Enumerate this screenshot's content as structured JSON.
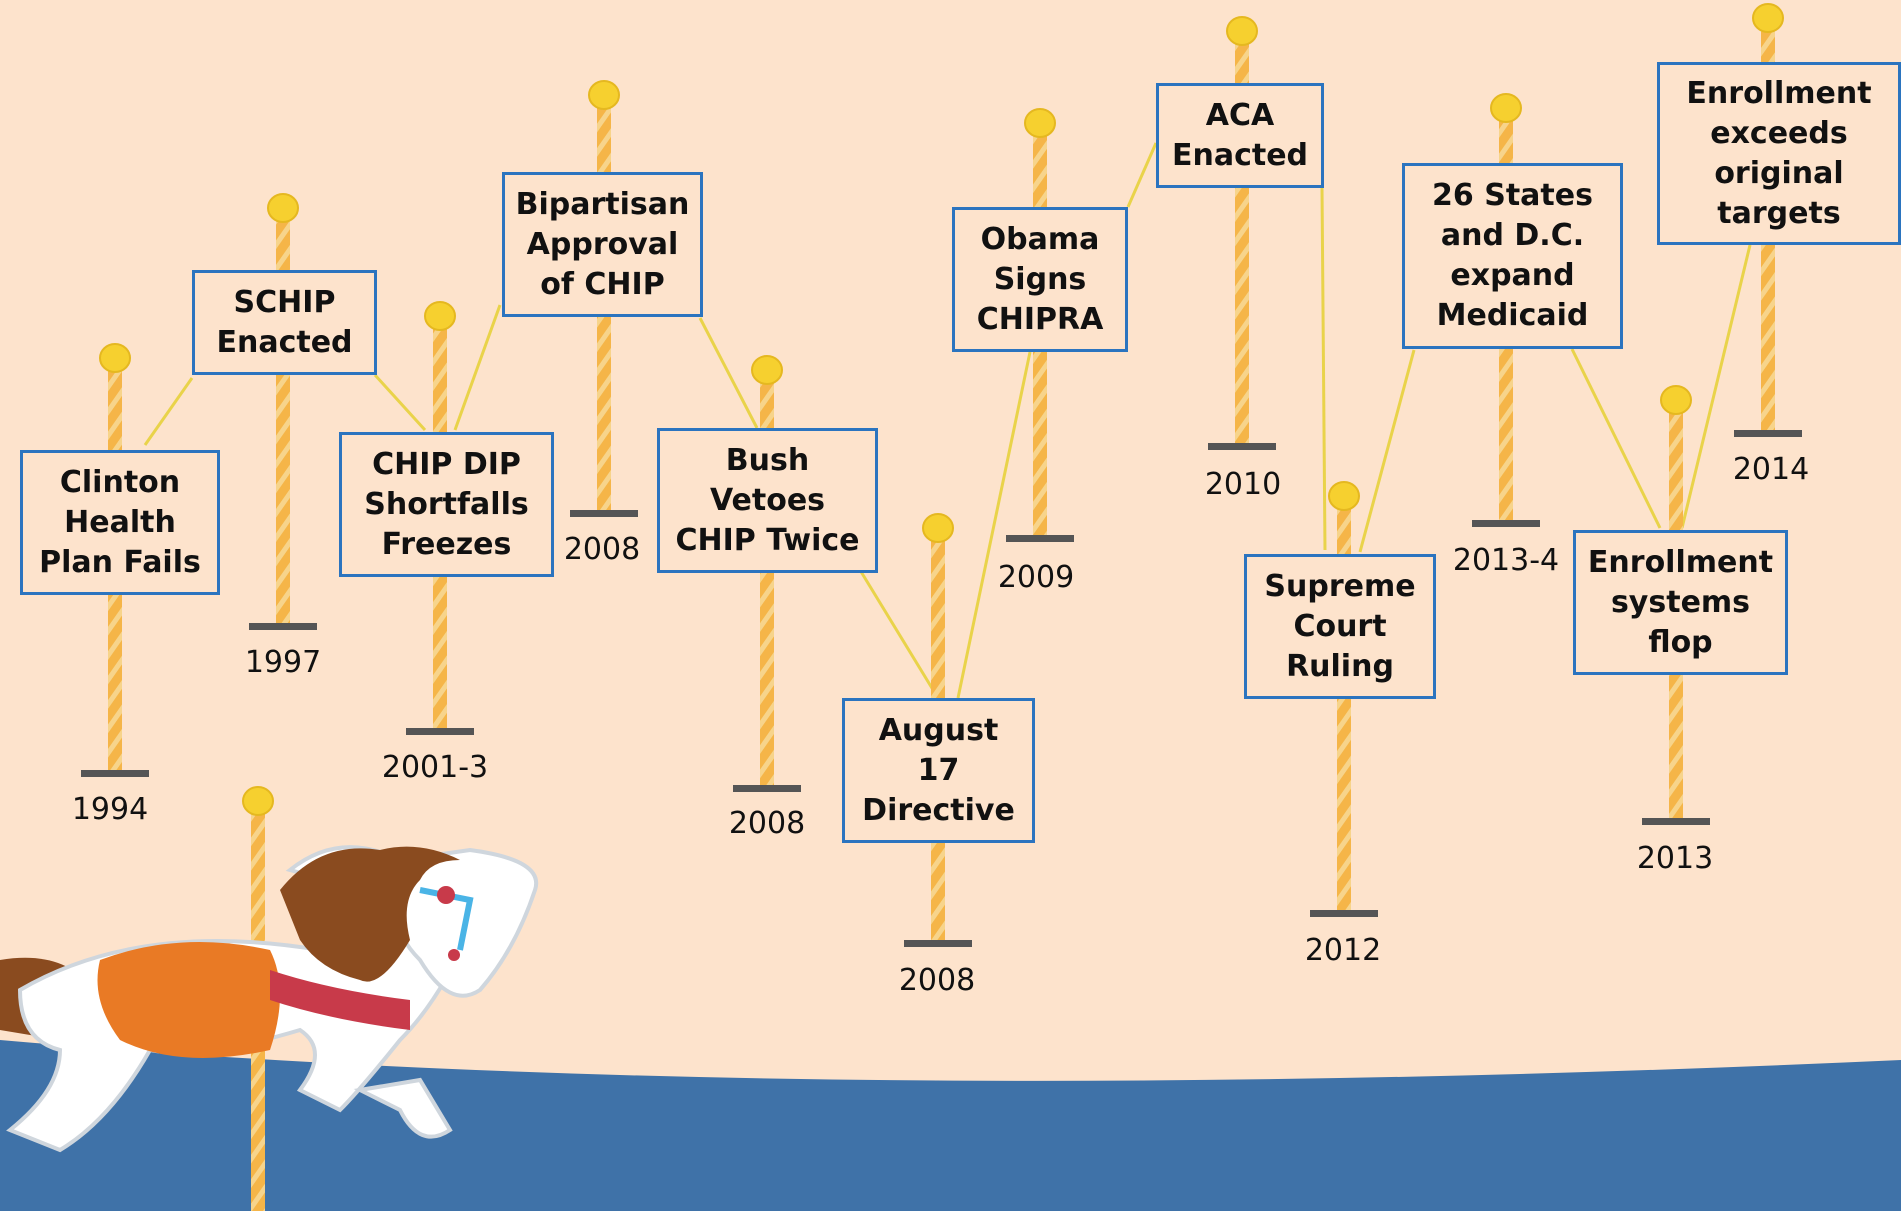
{
  "colors": {
    "background": "#fde3cc",
    "box_border": "#2b74bf",
    "pole": "#f5b548",
    "pole_stripe": "#f7d48b",
    "knob": "#f6d02f",
    "connector": "#e9d34a",
    "floor": "#3f72a8",
    "horse_mane": "#8a4b1f",
    "saddle": "#e97a25"
  },
  "timeline": {
    "events": [
      {
        "id": "clinton",
        "label": "Clinton\nHealth\nPlan Fails",
        "year": "1994"
      },
      {
        "id": "schip",
        "label": "SCHIP\nEnacted",
        "year": "1997"
      },
      {
        "id": "chipdip",
        "label": "CHIP DIP\nShortfalls\nFreezes",
        "year": "2001-3"
      },
      {
        "id": "bipartisan",
        "label": "Bipartisan\nApproval\nof CHIP",
        "year": "2008"
      },
      {
        "id": "bush",
        "label": "Bush\nVetoes\nCHIP Twice",
        "year": "2008"
      },
      {
        "id": "aug17",
        "label": "August\n17\nDirective",
        "year": "2008"
      },
      {
        "id": "obama",
        "label": "Obama\nSigns\nCHIPRA",
        "year": "2009"
      },
      {
        "id": "aca",
        "label": "ACA\nEnacted",
        "year": "2010"
      },
      {
        "id": "scotus",
        "label": "Supreme\nCourt\nRuling",
        "year": "2012"
      },
      {
        "id": "states",
        "label": "26 States\nand D.C.\nexpand\nMedicaid",
        "year": "2013-4"
      },
      {
        "id": "flop",
        "label": "Enrollment\nsystems\nflop",
        "year": "2013"
      },
      {
        "id": "exceeds",
        "label": "Enrollment\nexceeds\noriginal\ntargets",
        "year": "2014"
      }
    ]
  }
}
